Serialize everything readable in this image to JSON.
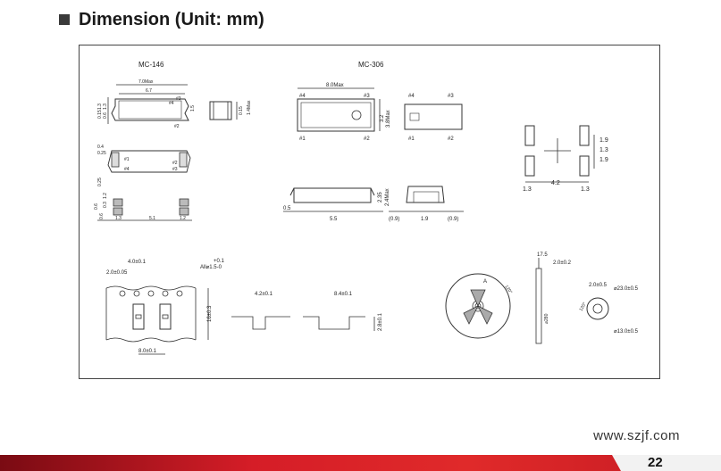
{
  "section": {
    "title": "Dimension (Unit: mm)"
  },
  "drawing": {
    "mc146": {
      "label": "MC-146",
      "top_dims": [
        "7.0Max",
        "6.7"
      ],
      "left_dims": [
        "1.3",
        "0.6",
        "1.3",
        "0.15"
      ],
      "side_dims": [
        "1.5",
        "0.15",
        "1.4Max"
      ],
      "pins": [
        "#4",
        "#3",
        "#2",
        "#1"
      ],
      "pad_dims": [
        "0.4",
        "0.25",
        "0.25"
      ],
      "pad_pins": [
        "#1",
        "#4",
        "#2",
        "#3"
      ],
      "foot_dims": [
        "0.6",
        "1.3",
        "0.3",
        "1.2",
        "5.1",
        "1.2",
        "0.6"
      ]
    },
    "mc306": {
      "label": "MC-306",
      "length": "8.0Max",
      "width": "3.2",
      "width_max": "3.8Max",
      "pins": [
        "#4",
        "#3",
        "#1",
        "#2"
      ],
      "pins_bottom": [
        "#4",
        "#3",
        "#1",
        "#2"
      ],
      "side_dims": [
        "2.4Max",
        "2.35",
        "0.5",
        "5.5"
      ],
      "end_dims": [
        "(0.9)",
        "1.9",
        "(0.9)"
      ]
    },
    "footprint": {
      "rows": [
        "1.9",
        "1.3",
        "1.9"
      ],
      "cols": [
        "1.3",
        "4.2",
        "1.3"
      ]
    },
    "tape": {
      "pitch": "4.0±0.1",
      "hole": "2.0±0.05",
      "tol": "+0.1",
      "hole_dia": "All⌀1.5-0",
      "width": "16±0.3",
      "cavity_pitch": "8.0±0.1"
    },
    "pocket": {
      "small": "4.2±0.1",
      "large": "8.4±0.1",
      "depth": "2.8±0.1"
    },
    "reel": {
      "hub": "17.5",
      "flange": "2.0±0.2",
      "detail": "A",
      "angle": "120°",
      "dia": "⌀280",
      "hub_slot": "2.0±0.5",
      "hub_dia": "⌀23.0±0.5",
      "hub_angle": "120°",
      "bore": "⌀13.0±0.5"
    }
  },
  "footer": {
    "website": "www.szjf.com",
    "page": "22"
  }
}
